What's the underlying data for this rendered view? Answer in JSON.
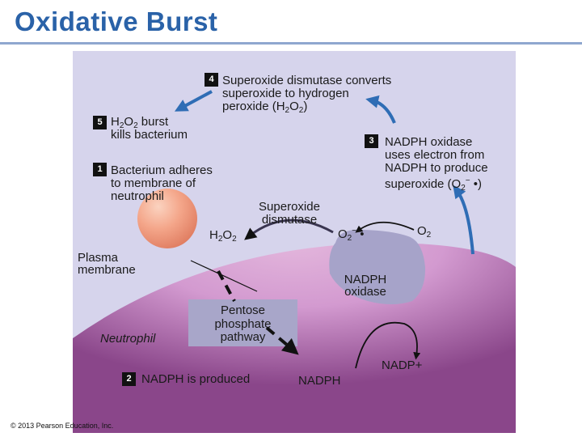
{
  "title": "Oxidative Burst",
  "steps": {
    "step4": {
      "num": "4",
      "line1": "Superoxide dismutase converts",
      "line2": "superoxide to hydrogen",
      "line3a": "peroxide (H",
      "sub1": "2",
      "mid": "O",
      "sub2": "2",
      "line3b": ")"
    },
    "step5": {
      "num": "5",
      "a": "H",
      "sub1": "2",
      "b": "O",
      "sub2": "2",
      "c": " burst",
      "line2": "kills bacterium"
    },
    "step3": {
      "num": "3",
      "line1": "NADPH oxidase",
      "line2": "uses electron from",
      "line3": "NADPH to produce",
      "line4a": "superoxide (O",
      "line4sub": "2",
      "line4sup": "−",
      "line4b": " •)"
    },
    "step1": {
      "num": "1",
      "line1": "Bacterium adheres",
      "line2": "to membrane of",
      "line3": "neutrophil"
    },
    "step2": {
      "num": "2",
      "text": "NADPH is produced"
    }
  },
  "labels": {
    "superoxide_dismutase_1": "Superoxide",
    "superoxide_dismutase_2": "dismutase",
    "h2o2_a": "H",
    "h2o2_sub1": "2",
    "h2o2_b": "O",
    "h2o2_sub2": "2",
    "o2minus_a": "O",
    "o2minus_sub": "2",
    "o2minus_sup": "−",
    "o2minus_b": " •",
    "o2_a": "O",
    "o2_sub": "2",
    "plasma_1": "Plasma",
    "plasma_2": "membrane",
    "nadph_oxidase_1": "NADPH",
    "nadph_oxidase_2": "oxidase",
    "pentose_1": "Pentose",
    "pentose_2": "phosphate",
    "pentose_3": "pathway",
    "neutrophil": "Neutrophil",
    "nadph": "NADPH",
    "nadp": "NADP+"
  },
  "copyright": "© 2013 Pearson Education, Inc.",
  "colors": {
    "title": "#2a62a8",
    "panel": "#d6d4ec",
    "cell_light": "#dca3d2",
    "cell_dark": "#8f4a8d",
    "bacterium": "#f2a283",
    "arrow_blue": "#2f6db5",
    "enzyme": "#a6a3c9",
    "pentose_box": "#a8a6c9"
  }
}
